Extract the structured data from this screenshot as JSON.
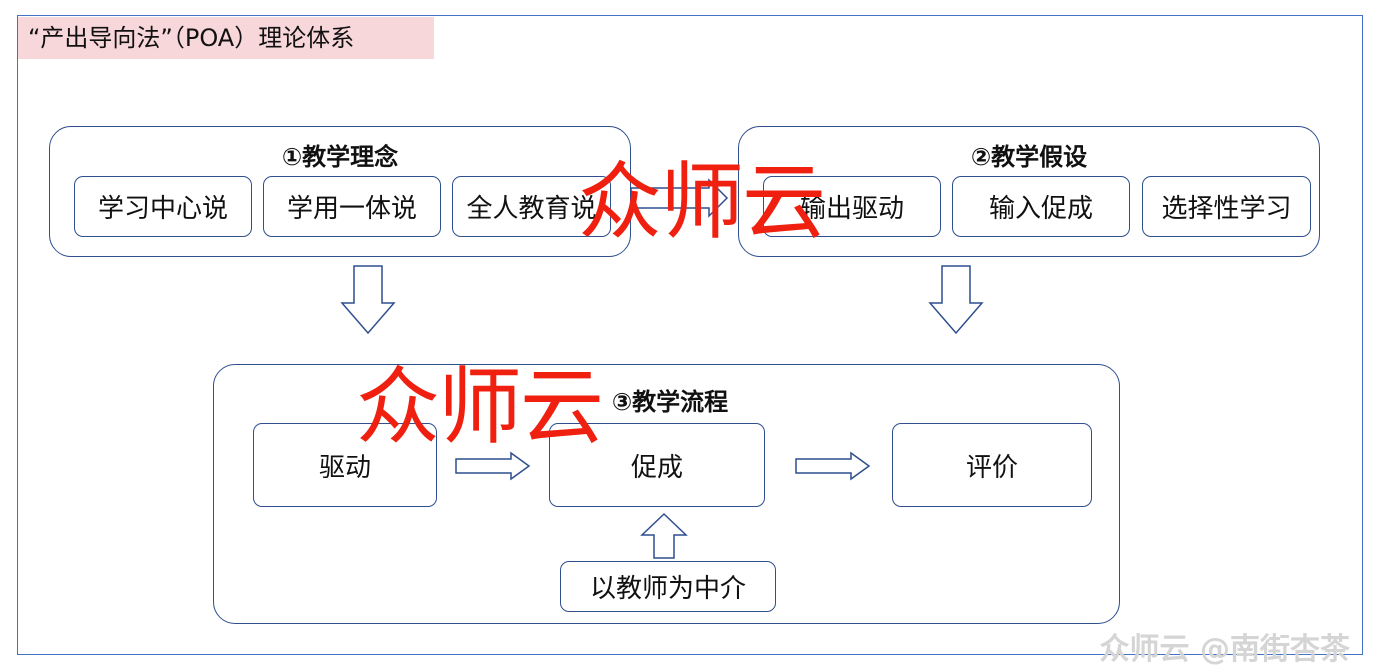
{
  "title": "“产出导向法”（POA）理论体系",
  "groups": {
    "concept": {
      "title": "①教学理念",
      "items": [
        "学习中心说",
        "学用一体说",
        "全人教育说"
      ]
    },
    "hypothesis": {
      "title": "②教学假设",
      "items": [
        "输出驱动",
        "输入促成",
        "选择性学习"
      ]
    },
    "process": {
      "title": "③教学流程",
      "steps": [
        "驱动",
        "促成",
        "评价"
      ],
      "mediator": "以教师为中介"
    }
  },
  "watermarks": [
    "众师云",
    "众师云"
  ],
  "credit": "众师云 @南街杏茶"
}
